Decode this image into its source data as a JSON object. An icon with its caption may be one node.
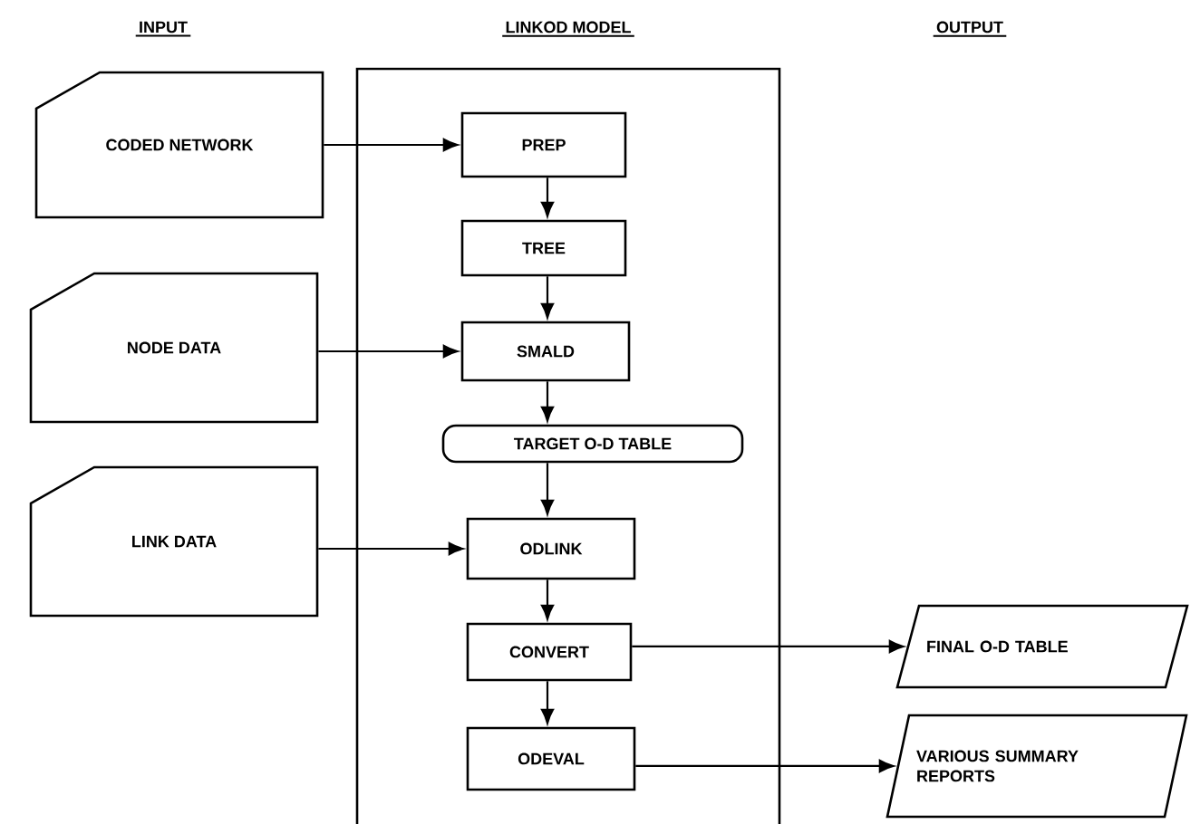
{
  "diagram": {
    "nodes": [
      {
        "text": [
          "LINKOD MODEL"
        ]
      },
      {
        "text": [
          "CODED NETWORK"
        ]
      },
      {
        "text": [
          "NODE DATA"
        ]
      },
      {
        "text": [
          "LINK DATA"
        ]
      },
      {
        "text": [
          "PREP"
        ],
        "in": 0
      },
      {
        "text": [
          "TREE"
        ],
        "in": 0
      },
      {
        "text": [
          "SMALD"
        ],
        "in": 0
      },
      {
        "text": [
          "TARGET O-D TABLE"
        ],
        "in": 0
      },
      {
        "text": [
          "ODLINK"
        ],
        "in": 0
      },
      {
        "text": [
          "CONVERT"
        ],
        "in": 0
      },
      {
        "text": [
          "ODEVAL"
        ],
        "in": 0
      },
      {
        "text": [
          "FINAL O-D TABLE"
        ]
      },
      {
        "text": [
          "VARIOUS SUMMARY REPORTS"
        ]
      }
    ],
    "edges": [
      {
        "from": 1,
        "to": 4,
        "arrow": "to"
      },
      {
        "from": 4,
        "to": 5,
        "arrow": "to"
      },
      {
        "from": 2,
        "to": 6,
        "arrow": "to"
      },
      {
        "from": 5,
        "to": 6,
        "arrow": "to"
      },
      {
        "from": 6,
        "to": 7,
        "arrow": "to"
      },
      {
        "from": 7,
        "to": 8,
        "arrow": "to"
      },
      {
        "from": 3,
        "to": 8,
        "arrow": "to"
      },
      {
        "from": 8,
        "to": 9,
        "arrow": "to"
      },
      {
        "from": 9,
        "to": 11,
        "arrow": "to"
      },
      {
        "from": 9,
        "to": 10,
        "arrow": "to"
      },
      {
        "from": 10,
        "to": 12,
        "arrow": "to"
      }
    ],
    "labels": [
      "INPUT",
      "OUTPUT"
    ]
  }
}
